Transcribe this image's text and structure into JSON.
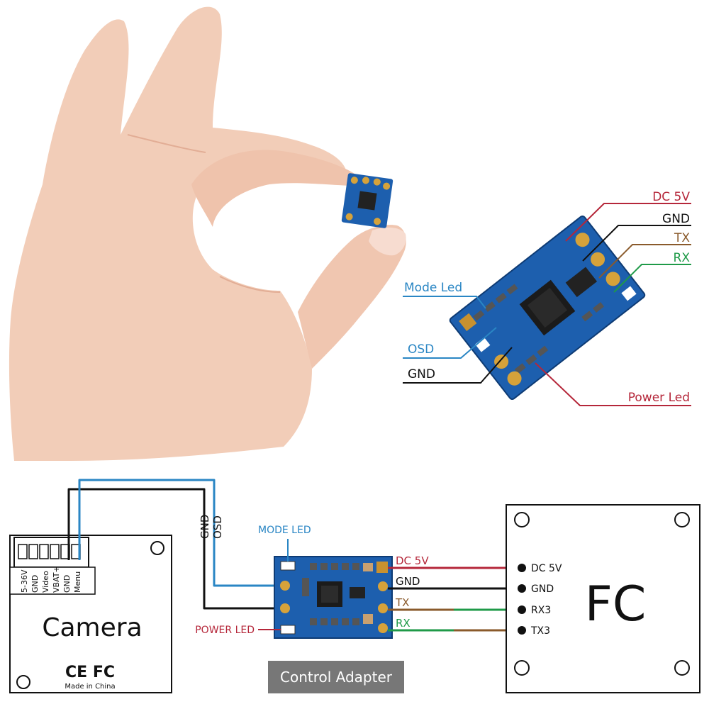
{
  "colors": {
    "red": "#b5273a",
    "black": "#111111",
    "brown": "#8a5a2b",
    "green": "#1f9a48",
    "blue": "#2a86c4",
    "pcb": "#1d5fae",
    "pad": "#d6a23a",
    "skin": "#f2cdb8"
  },
  "top_labels": {
    "dc5v": "DC 5V",
    "gnd": "GND",
    "tx": "TX",
    "rx": "RX",
    "mode_led": "Mode Led",
    "osd": "OSD",
    "gnd_left": "GND",
    "power_led": "Power Led"
  },
  "camera": {
    "title": "Camera",
    "pins": [
      "5-36V",
      "GND",
      "Video",
      "VBAT+",
      "GND",
      "Menu"
    ],
    "ce_fc": "CE FC",
    "made_in": "Made in China"
  },
  "wire_labels": {
    "gnd": "GND",
    "osd": "OSD"
  },
  "adapter": {
    "mode_led": "MODE LED",
    "power_led": "POWER LED",
    "dc5v": "DC 5V",
    "gnd": "GND",
    "tx": "TX",
    "rx": "RX",
    "caption": "Control Adapter"
  },
  "fc": {
    "title": "FC",
    "pins": [
      "DC 5V",
      "GND",
      "RX3",
      "TX3"
    ]
  }
}
